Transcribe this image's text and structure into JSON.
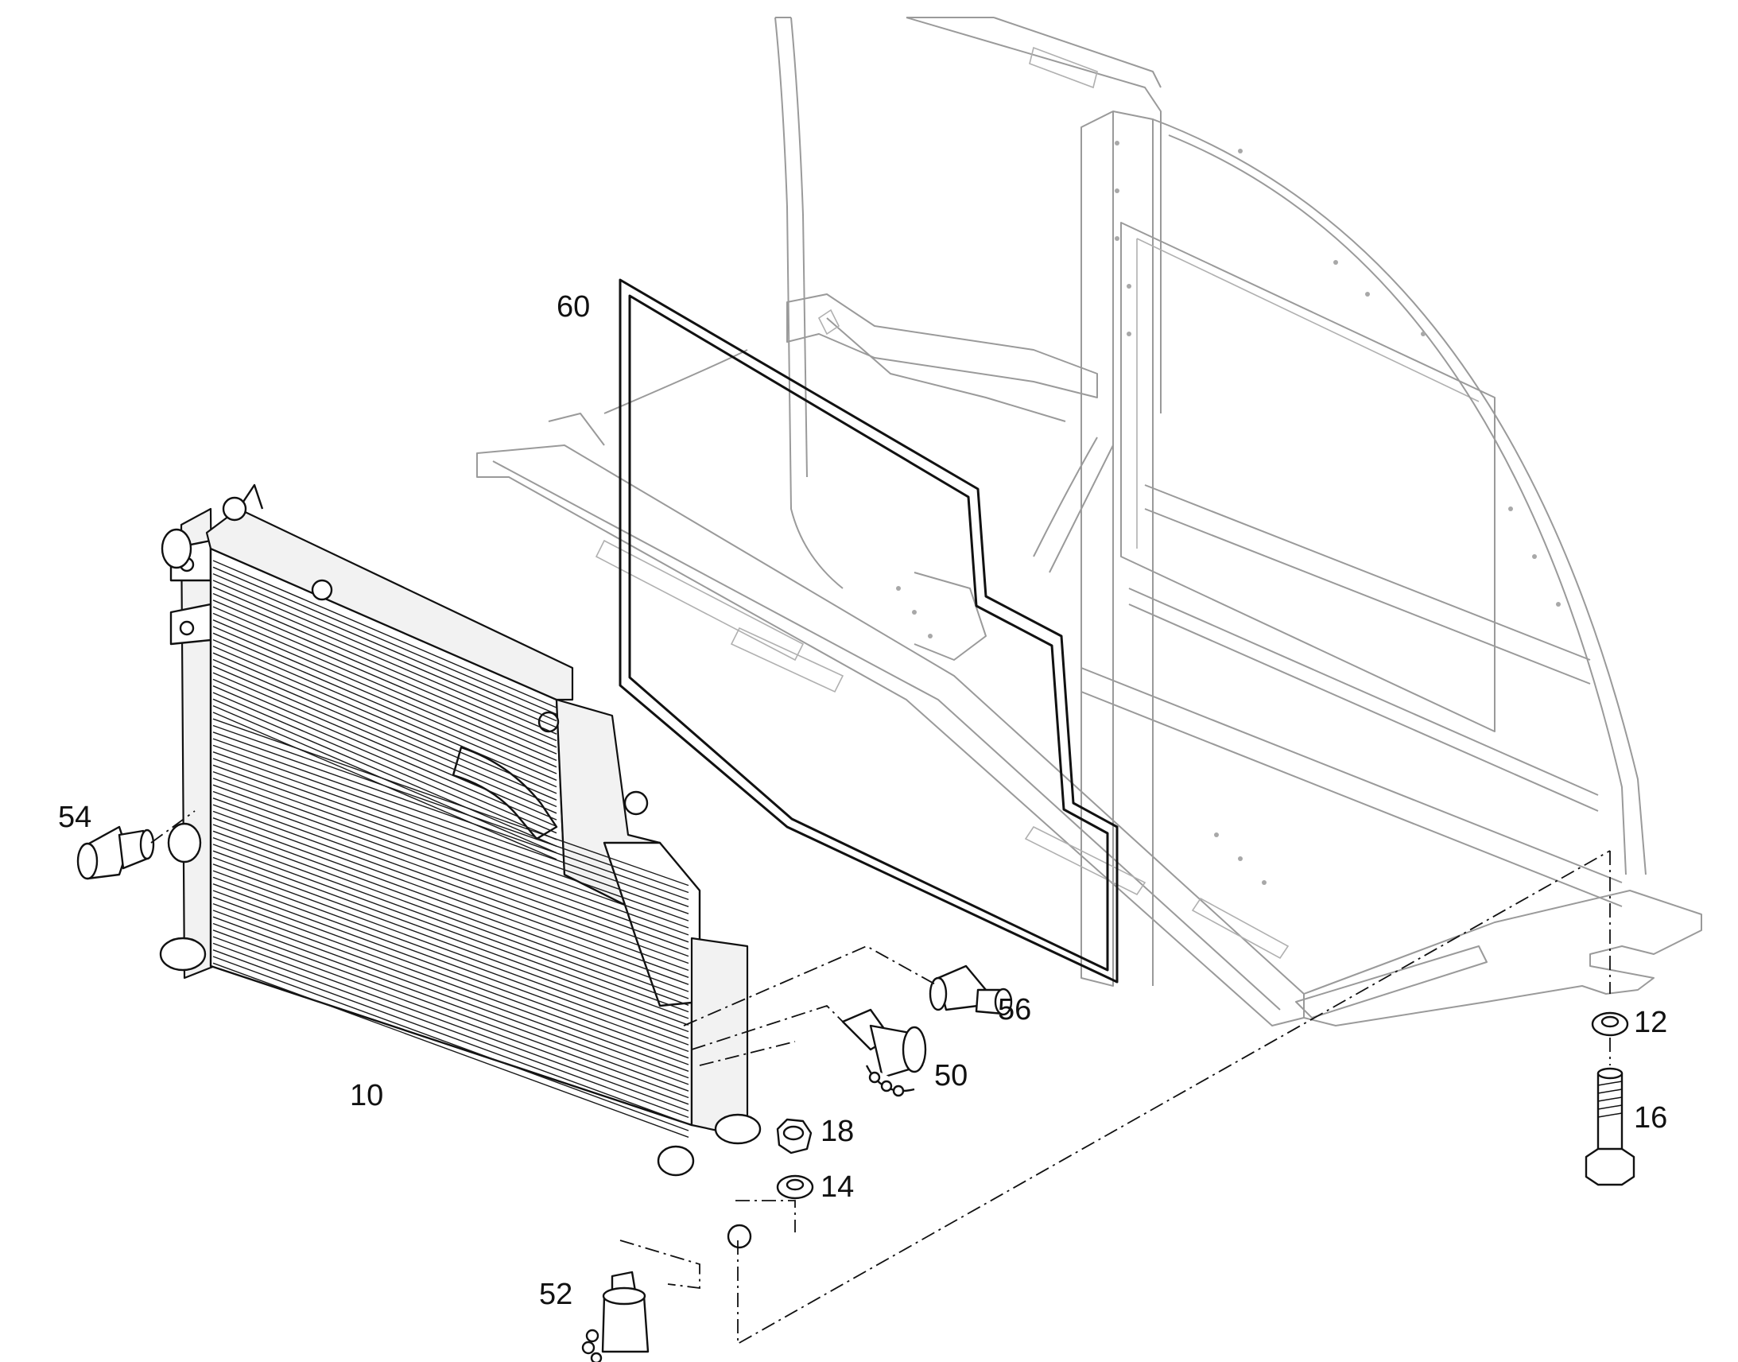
{
  "diagram": {
    "callouts": [
      {
        "id": "c60",
        "text": "60"
      },
      {
        "id": "c54",
        "text": "54"
      },
      {
        "id": "c10",
        "text": "10"
      },
      {
        "id": "c56",
        "text": "56"
      },
      {
        "id": "c50",
        "text": "50"
      },
      {
        "id": "c18",
        "text": "18"
      },
      {
        "id": "c14",
        "text": "14"
      },
      {
        "id": "c52",
        "text": "52"
      },
      {
        "id": "c12",
        "text": "12"
      },
      {
        "id": "c16",
        "text": "16"
      }
    ],
    "colors": {
      "line": "#111111",
      "ghost_frame": "#9a9a9a",
      "background": "#ffffff"
    }
  }
}
